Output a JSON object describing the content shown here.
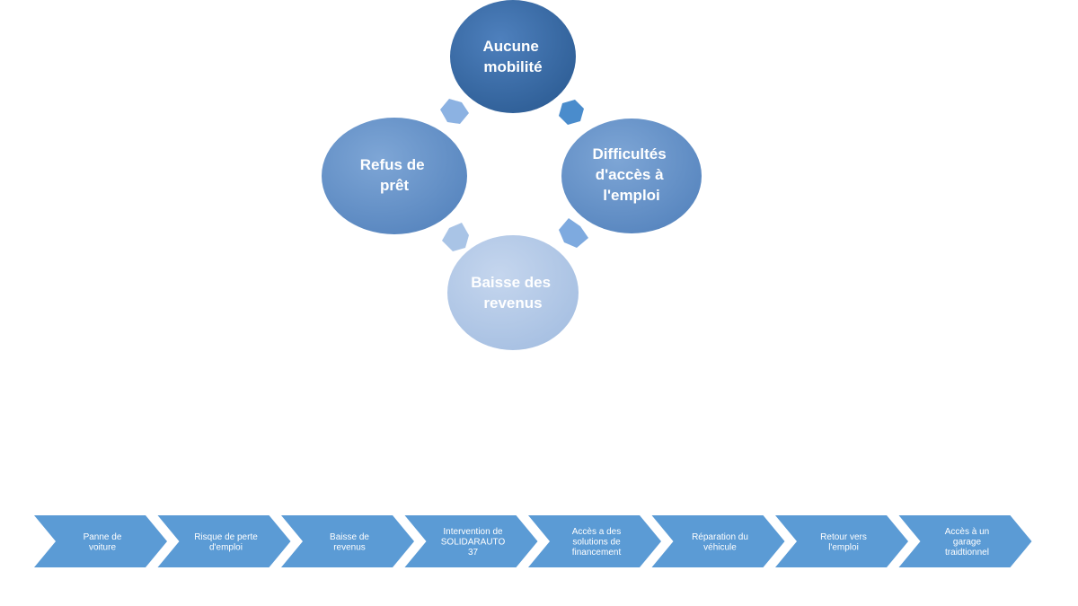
{
  "cycle": {
    "nodes": [
      {
        "id": "aucune-mobilite",
        "lines": [
          "Aucune",
          "mobilité"
        ],
        "color": "#3f6fa8"
      },
      {
        "id": "difficultes-acces-emploi",
        "lines": [
          "Difficultés",
          "d'accès à",
          "l'emploi"
        ],
        "color": "#6a94c8"
      },
      {
        "id": "baisse-revenus",
        "lines": [
          "Baisse des",
          "revenus"
        ],
        "color": "#b3c9e6"
      },
      {
        "id": "refus-pret",
        "lines": [
          "Refus de",
          "prêt"
        ],
        "color": "#6a94c8"
      }
    ]
  },
  "process": {
    "steps": [
      {
        "lines": [
          "Panne de",
          "voiture"
        ]
      },
      {
        "lines": [
          "Risque de perte",
          "d'emploi"
        ]
      },
      {
        "lines": [
          "Baisse de",
          "revenus"
        ]
      },
      {
        "lines": [
          "Intervention de",
          "SOLIDARAUTO",
          "37"
        ]
      },
      {
        "lines": [
          "Accès a des",
          "solutions de",
          "financement"
        ]
      },
      {
        "lines": [
          "Réparation du",
          "véhicule"
        ]
      },
      {
        "lines": [
          "Retour vers",
          "l'emploi"
        ]
      },
      {
        "lines": [
          "Accès à un",
          "garage",
          "traidtionnel"
        ]
      }
    ],
    "color": "#5b9bd5"
  }
}
